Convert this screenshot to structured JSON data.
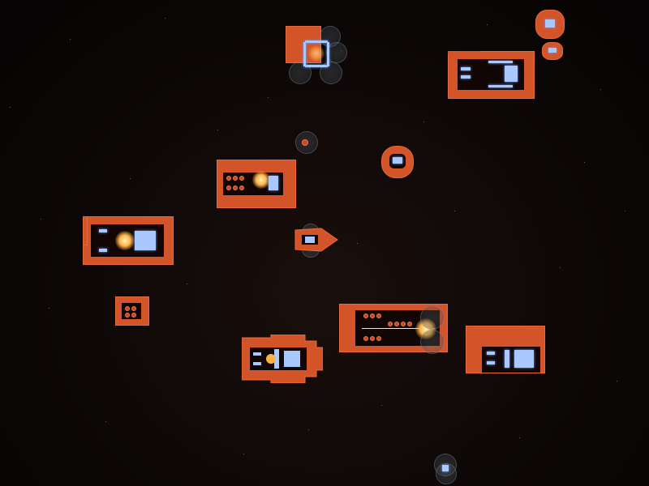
{
  "scene": {
    "background": "#0d0807",
    "hull_color": "#d4542a",
    "module_color": "#a8c8ff",
    "engine_glow": "#ffb347"
  },
  "ships": [
    {
      "id": "ship-a",
      "class": "station-block"
    },
    {
      "id": "ship-b",
      "class": "frigate"
    },
    {
      "id": "ship-c",
      "class": "cruiser"
    },
    {
      "id": "ship-d",
      "class": "drone"
    },
    {
      "id": "ship-e",
      "class": "corvette"
    },
    {
      "id": "ship-f",
      "class": "escort"
    },
    {
      "id": "ship-g",
      "class": "gunboat"
    },
    {
      "id": "ship-h",
      "class": "carrier"
    },
    {
      "id": "ship-i",
      "class": "destroyer"
    },
    {
      "id": "ship-j",
      "class": "flagship"
    },
    {
      "id": "ship-k",
      "class": "transport"
    },
    {
      "id": "ship-l",
      "class": "scout"
    },
    {
      "id": "ship-m",
      "class": "probe"
    },
    {
      "id": "ship-n",
      "class": "fighter"
    }
  ]
}
